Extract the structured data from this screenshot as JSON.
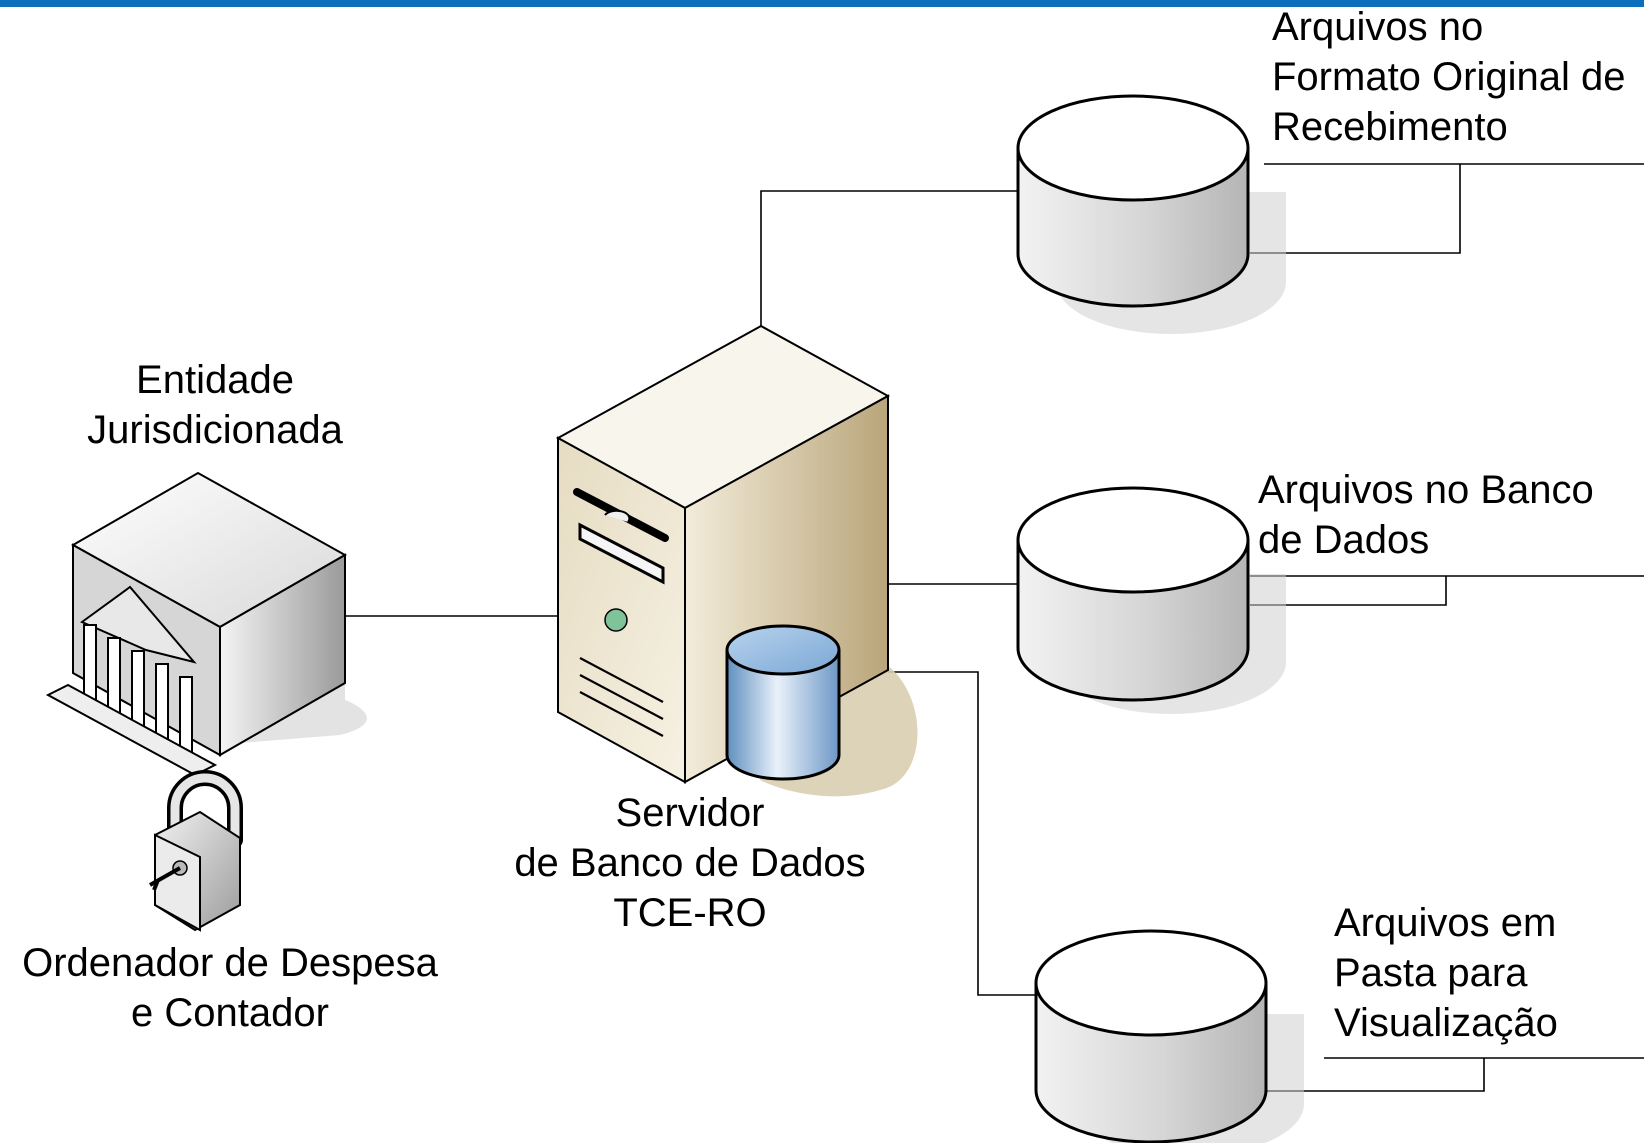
{
  "colors": {
    "top_border": "#0b6fbe",
    "connector": "#000000",
    "cylinder_top": "#ffffff",
    "cylinder_body": "#dadada",
    "server_case": "#e3d6b6",
    "server_db": "#8db6dc",
    "building": "#d9d9d9"
  },
  "icons": {
    "entity": "building-icon",
    "owner": "padlock-key-icon",
    "server": "tower-server-icon",
    "server_db": "database-cylinder-icon",
    "storage": "storage-cylinder-icon"
  },
  "nodes": {
    "entity": {
      "line1": "Entidade",
      "line2": "Jurisdicionada"
    },
    "owner": {
      "line1": "Ordenador de Despesa",
      "line2": "e Contador"
    },
    "server": {
      "line1": "Servidor",
      "line2": "de Banco de Dados",
      "line3": "TCE-RO"
    },
    "store_original": {
      "line1": "Arquivos no",
      "line2": "Formato Original de",
      "line3": "Recebimento"
    },
    "store_database": {
      "line1": "Arquivos no Banco",
      "line2": "de Dados"
    },
    "store_folder": {
      "line1": "Arquivos em",
      "line2": "Pasta para",
      "line3": "Visualização"
    }
  }
}
